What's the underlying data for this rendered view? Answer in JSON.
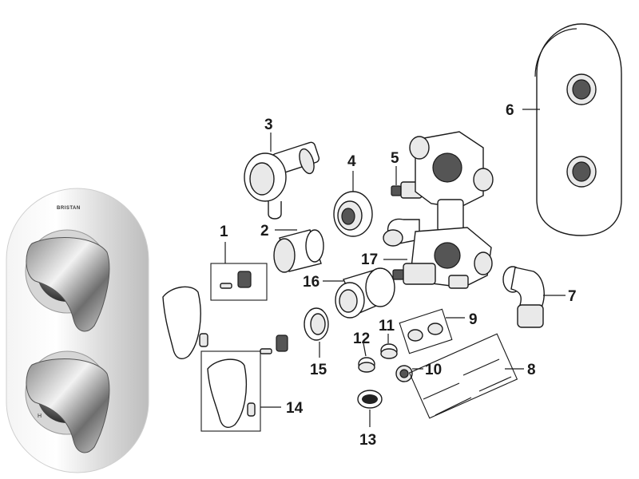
{
  "product": {
    "brand": "BRISTAN",
    "hot_mark": "H"
  },
  "parts": [
    {
      "number": "1"
    },
    {
      "number": "2"
    },
    {
      "number": "3"
    },
    {
      "number": "4"
    },
    {
      "number": "5"
    },
    {
      "number": "6"
    },
    {
      "number": "7"
    },
    {
      "number": "8"
    },
    {
      "number": "9"
    },
    {
      "number": "10"
    },
    {
      "number": "11"
    },
    {
      "number": "12"
    },
    {
      "number": "13"
    },
    {
      "number": "14"
    },
    {
      "number": "15"
    },
    {
      "number": "16"
    },
    {
      "number": "17"
    }
  ]
}
